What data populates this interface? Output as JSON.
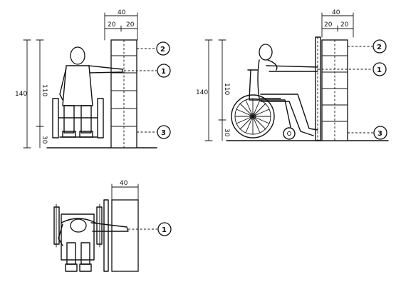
{
  "views": {
    "front": {
      "depth_total": "40",
      "depth_a": "20",
      "depth_b": "20",
      "height_total": "140",
      "height_reach": "110",
      "height_base": "30",
      "markers": [
        "2",
        "1",
        "3"
      ]
    },
    "side": {
      "depth_total": "40",
      "depth_a": "20",
      "depth_b": "20",
      "height_total": "140",
      "height_reach": "110",
      "height_base": "30",
      "markers": [
        "2",
        "1",
        "3"
      ]
    },
    "top": {
      "depth_total": "40",
      "markers": [
        "1"
      ]
    }
  }
}
